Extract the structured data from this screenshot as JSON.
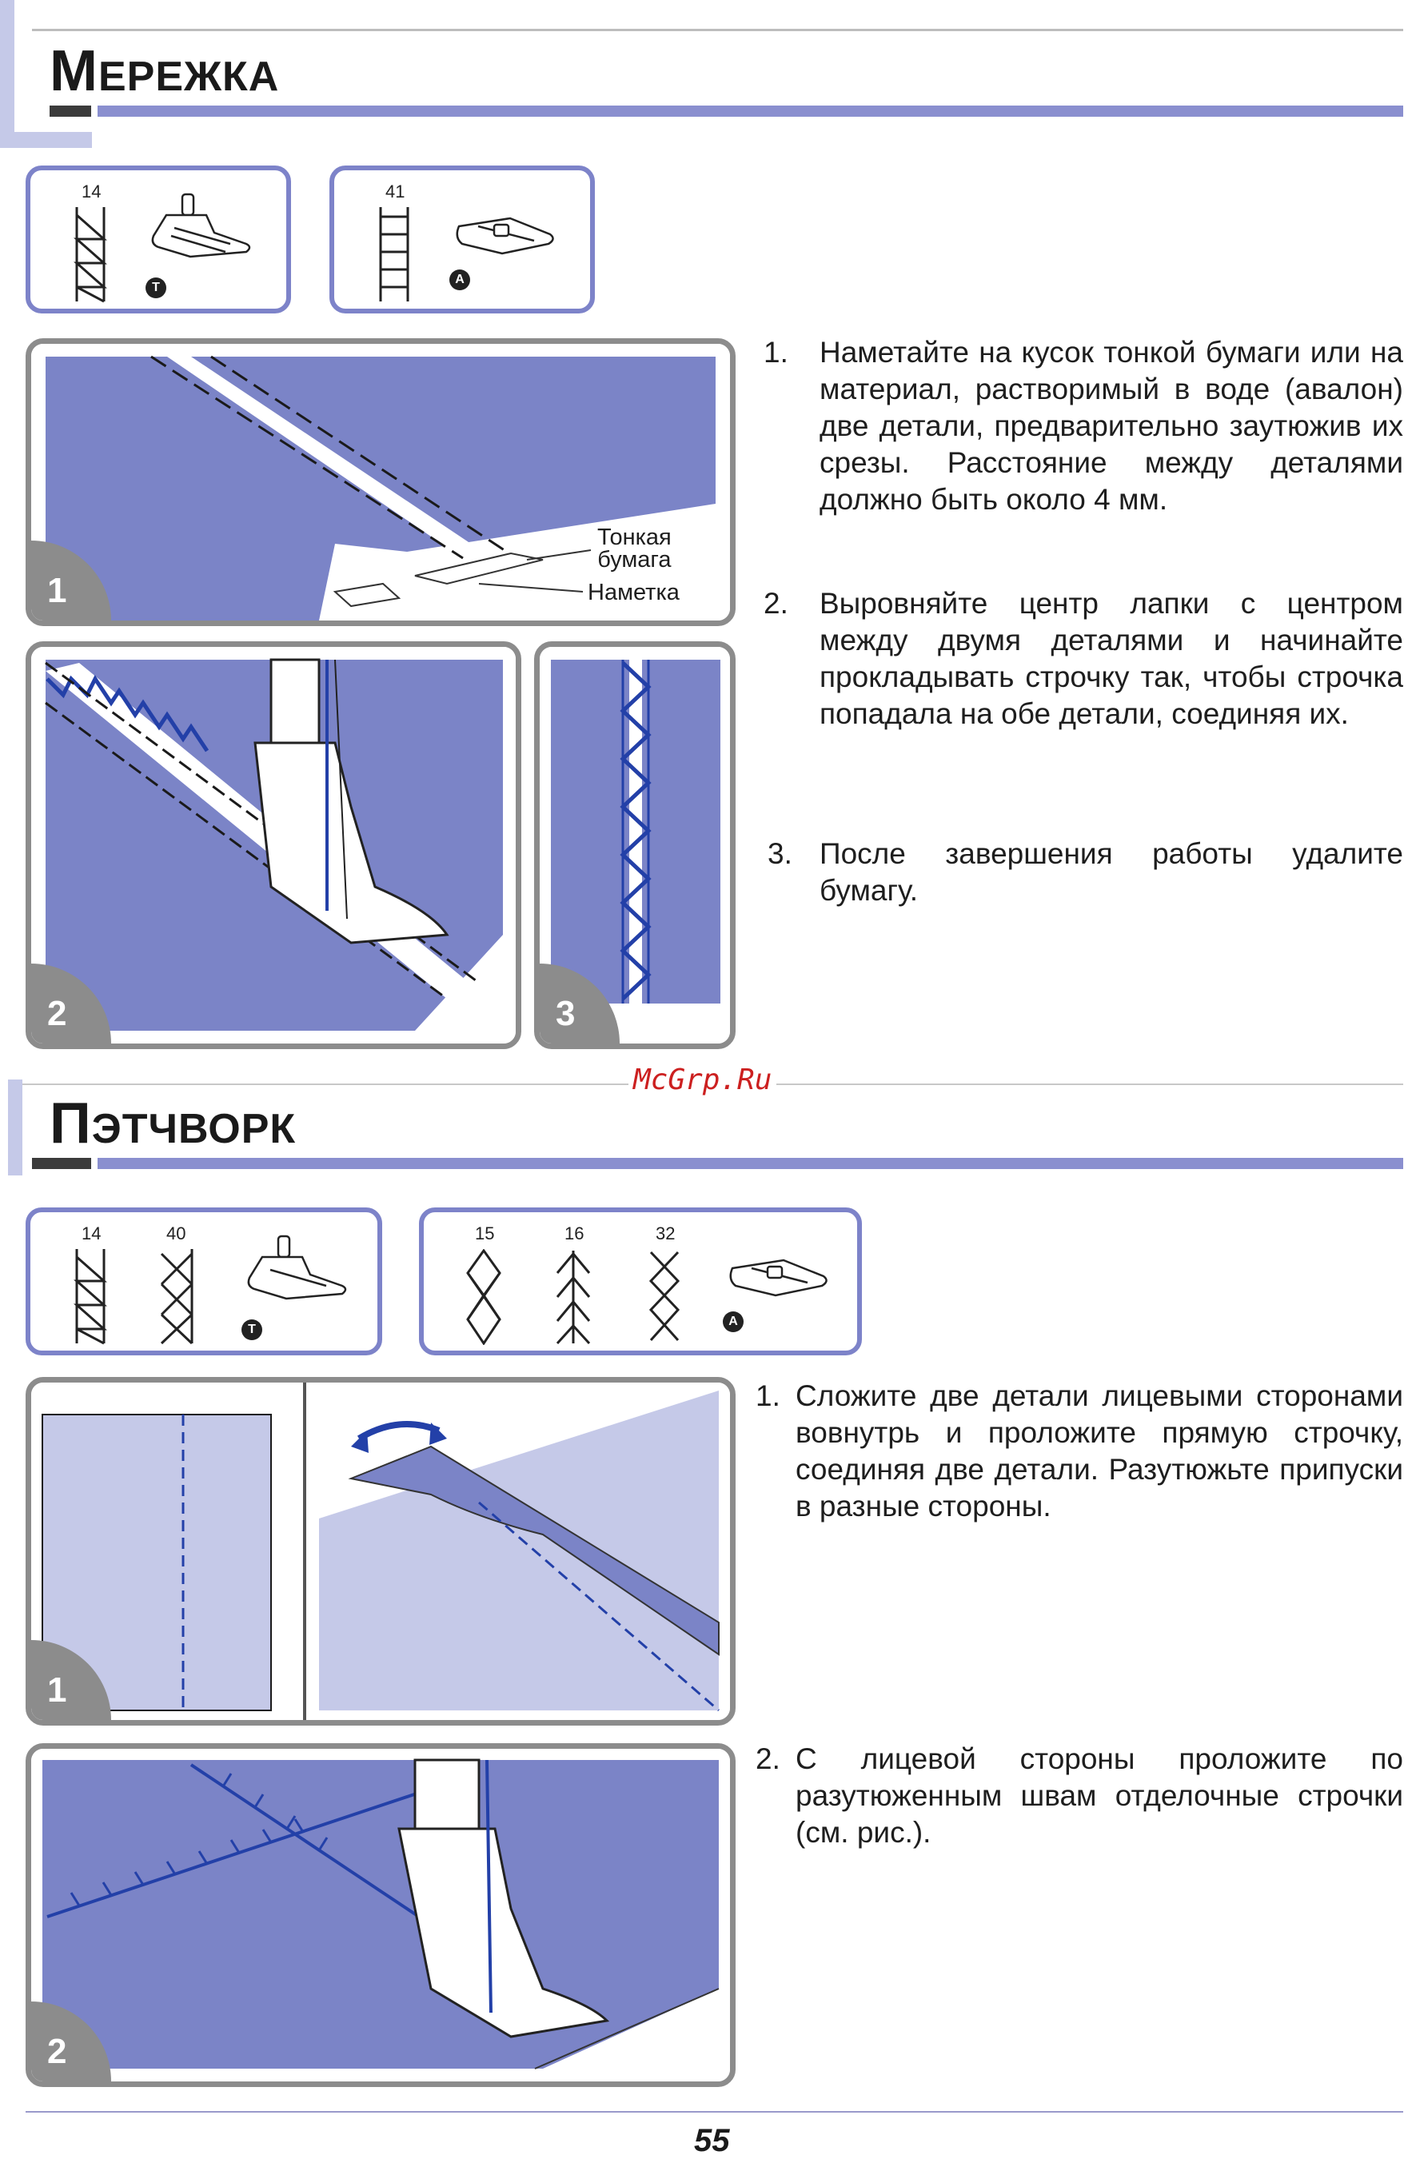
{
  "section1": {
    "title_first": "М",
    "title_rest": "ЕРЕЖКА",
    "pattern_boxes": [
      {
        "number": "14",
        "foot": "T"
      },
      {
        "number": "41",
        "foot": "A"
      }
    ],
    "figure_labels": {
      "paper_line1": "Тонкая",
      "paper_line2": "бумага",
      "baste": "Наметка"
    },
    "steps": [
      "1",
      "2",
      "3"
    ],
    "instructions": [
      {
        "num": "1.",
        "text": "Наметайте на кусок тонкой бумаги или на материал, растворимый в воде (авалон) две детали, предварительно заутюжив их срезы. Расстояние между деталями должно быть около 4 мм."
      },
      {
        "num": "2.",
        "text": "Выровняйте центр лапки с центром между двумя деталями и начинайте прокладывать строчку так, чтобы строчка попадала на обе детали, соединяя их."
      },
      {
        "num": "3.",
        "text": "После завершения работы удалите бумагу."
      }
    ]
  },
  "watermark": "McGrp.Ru",
  "section2": {
    "title_first": "П",
    "title_rest": "ЭТЧВОРК",
    "pattern_boxes": [
      {
        "numbers": [
          "14",
          "40"
        ],
        "foot": "T"
      },
      {
        "numbers": [
          "15",
          "16",
          "32"
        ],
        "foot": "A"
      }
    ],
    "steps": [
      "1",
      "2"
    ],
    "instructions": [
      {
        "num": "1.",
        "text": "Сложите две детали лицевыми сторонами вовнутрь и проложите прямую строчку, соединяя две детали. Разутюжьте припуски в разные стороны."
      },
      {
        "num": "2.",
        "text": "С лицевой стороны проложите по разутюженным швам отделочные строчки (см. рис.)."
      }
    ]
  },
  "page_number": "55",
  "colors": {
    "accent": "#8a8fcf",
    "fabric": "#7b84c7",
    "fabric_light": "#c5c9e8",
    "frame": "#8c8c8c",
    "stitch": "#2340a8"
  }
}
